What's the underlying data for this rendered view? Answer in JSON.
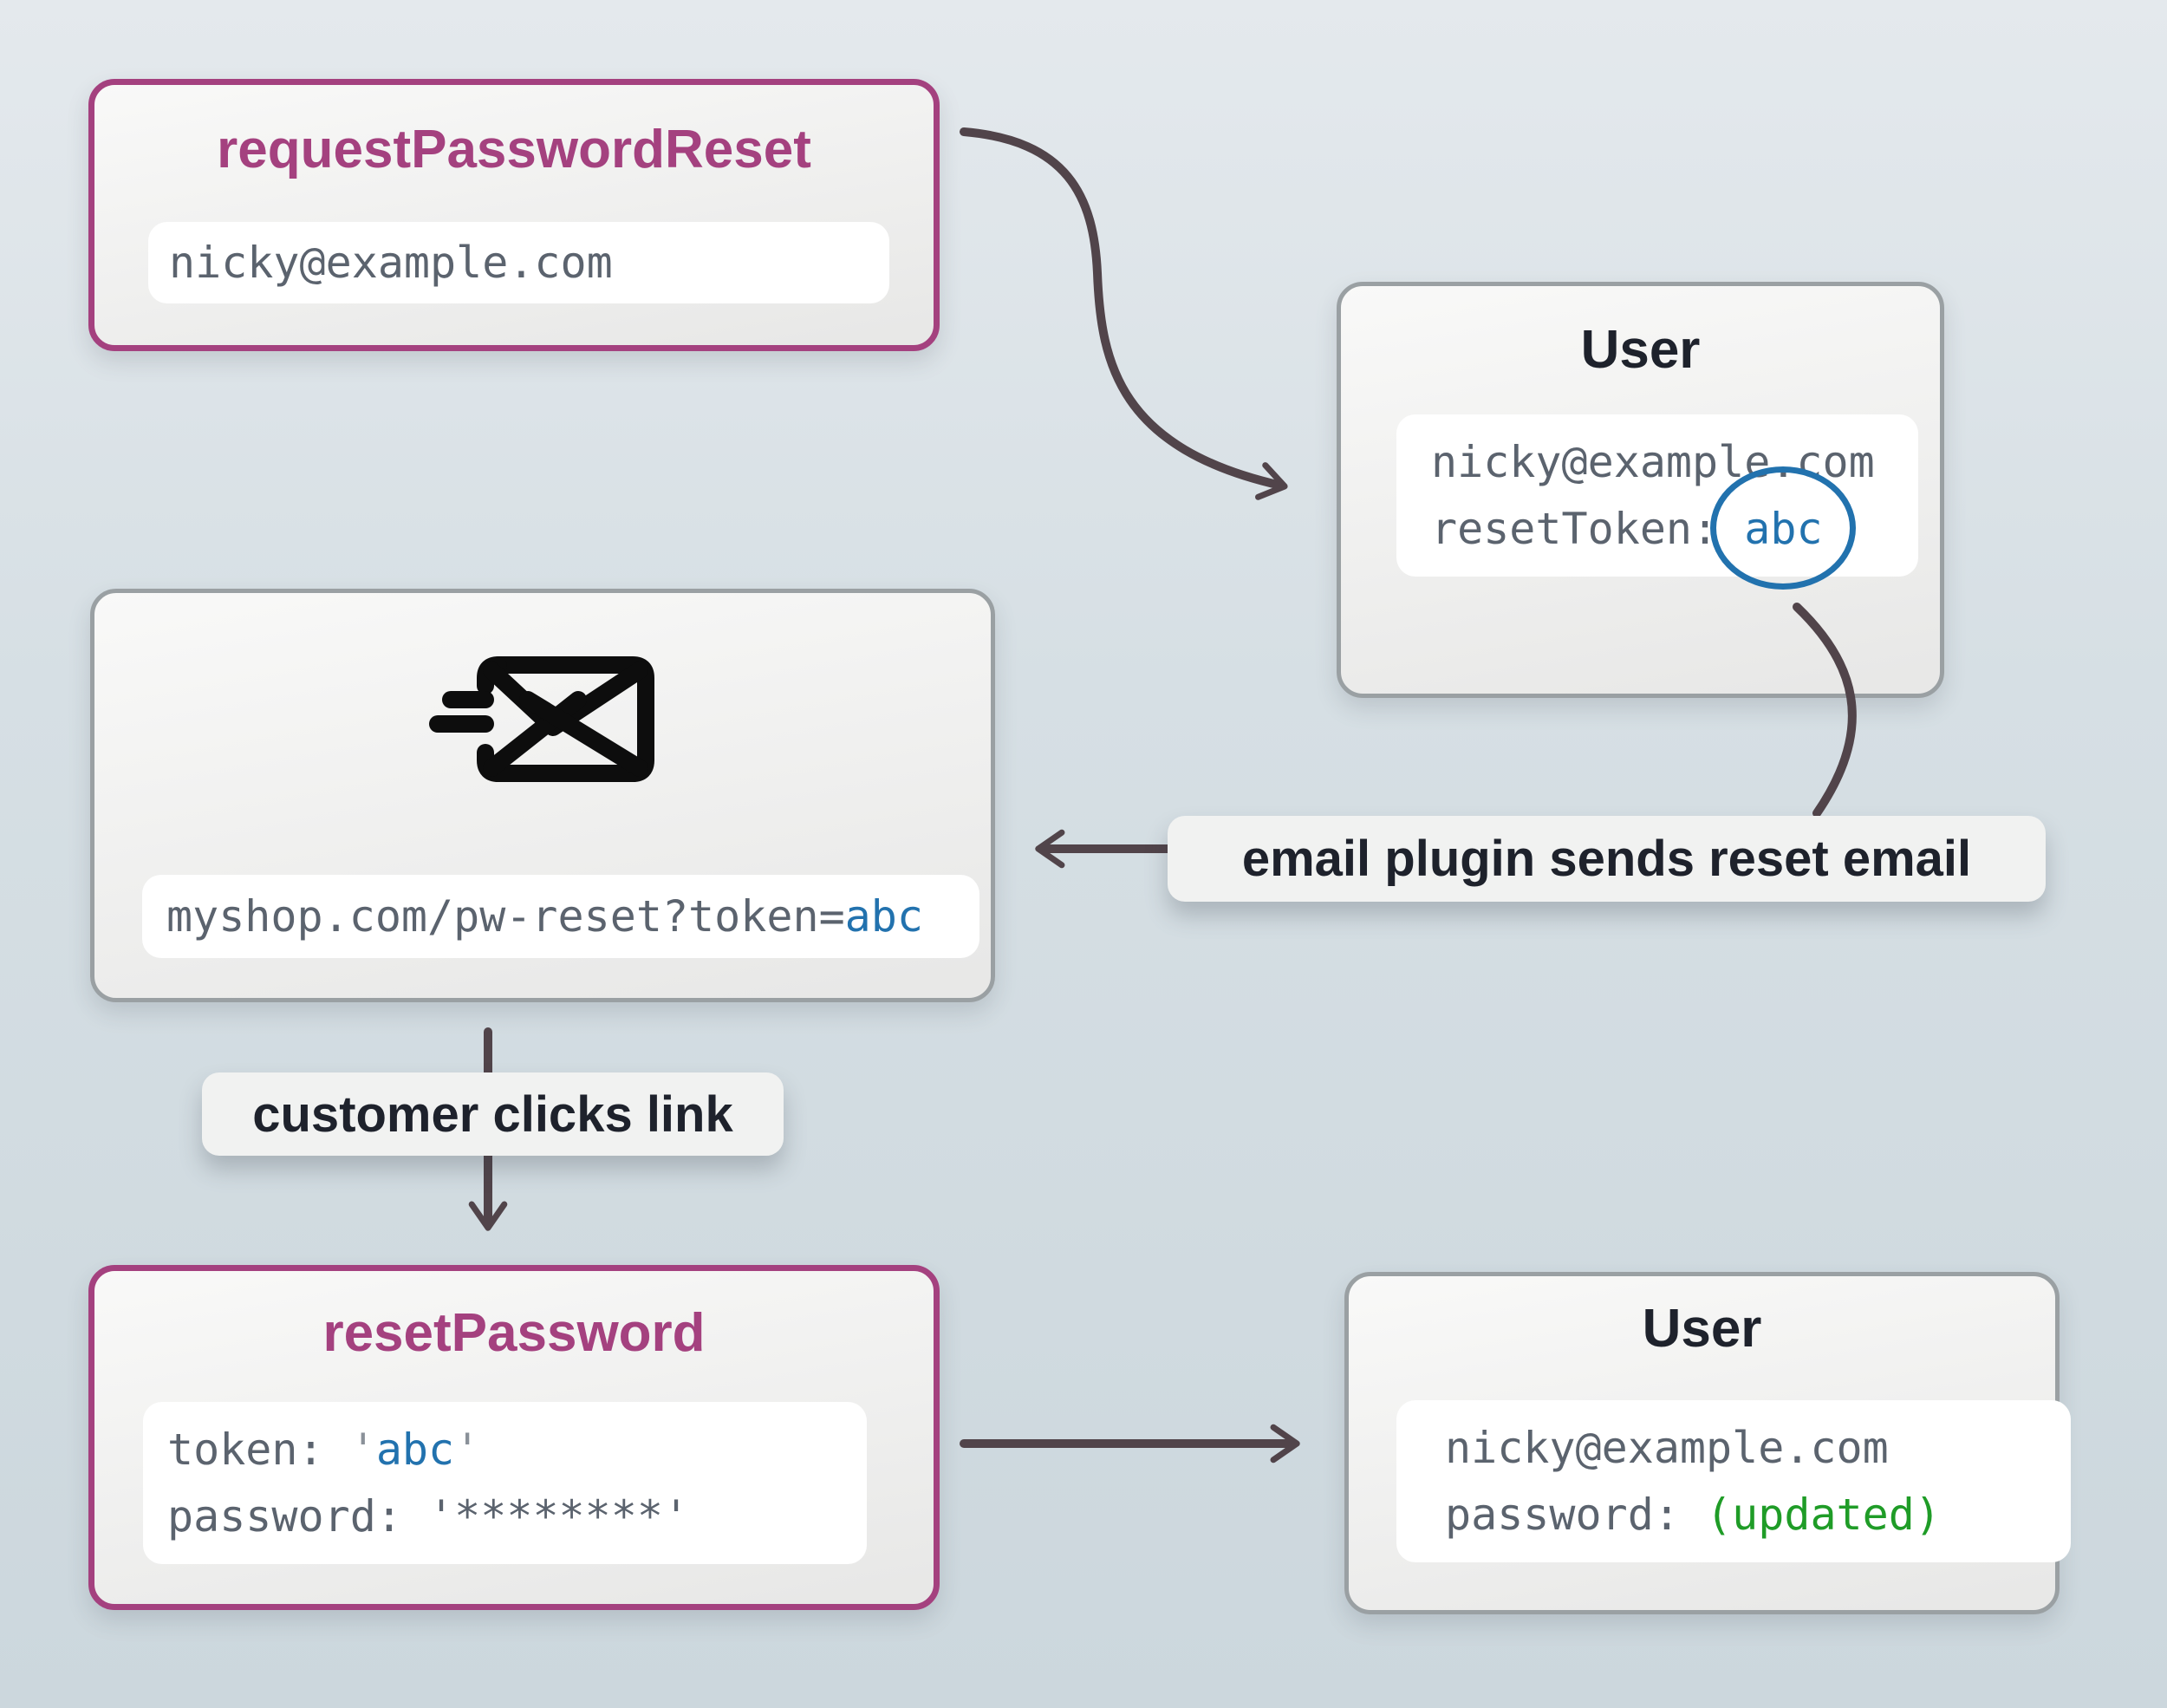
{
  "colors": {
    "purple": "#a4417f",
    "blue": "#2272ae",
    "green": "#1f9c27",
    "arrow": "#51444a",
    "code_gray": "#5b636e",
    "title_dark": "#1e222c"
  },
  "nodes": {
    "request_reset": {
      "title": "requestPasswordReset",
      "input_value": "nicky@example.com"
    },
    "user_top": {
      "title": "User",
      "email": "nicky@example.com",
      "token_label": "resetToken: ",
      "token_value": "abc"
    },
    "email": {
      "icon": "mail-send-icon",
      "url_prefix": "myshop.com/pw-reset?token=",
      "url_token": "abc"
    },
    "reset_password": {
      "title": "resetPassword",
      "token_label": "token: ",
      "quote": "'",
      "token_value": "abc",
      "password_label": "password: ",
      "password_value": "'********'"
    },
    "user_bottom": {
      "title": "User",
      "email": "nicky@example.com",
      "password_label": "password: ",
      "password_value": "(updated)"
    }
  },
  "labels": {
    "email_plugin": "email plugin sends reset email",
    "customer_clicks": "customer clicks link"
  }
}
